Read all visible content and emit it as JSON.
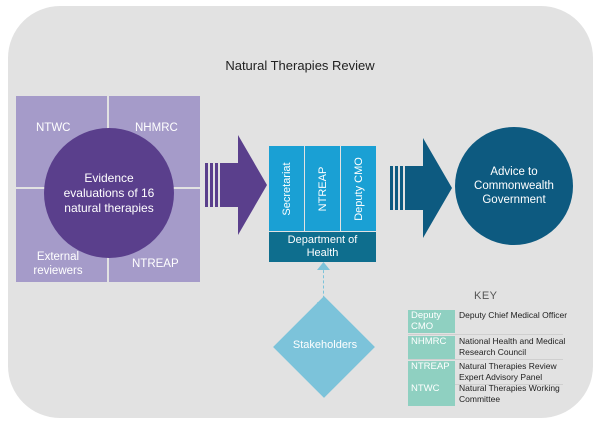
{
  "title": "Natural Therapies Review",
  "quadrants": {
    "top_left": "NTWC",
    "top_right": "NHMRC",
    "bottom_left": "External reviewers",
    "bottom_right": "NTREAP"
  },
  "evidence_circle": "Evidence evaluations of 16 natural therapies",
  "department": {
    "columns": [
      "Secretariat",
      "NTREAP",
      "Deputy CMO"
    ],
    "label": "Department of Health"
  },
  "advice_circle": "Advice to Commonwealth Government",
  "stakeholders": "Stakeholders",
  "key": {
    "title": "KEY",
    "items": [
      {
        "abbr": "Deputy CMO",
        "desc": "Deputy Chief Medical Officer"
      },
      {
        "abbr": "NHMRC",
        "desc": "National Health and Medical Research Council"
      },
      {
        "abbr": "NTREAP",
        "desc": "Natural Therapies Review Expert Advisory Panel"
      },
      {
        "abbr": "NTWC",
        "desc": "Natural Therapies Working Committee"
      }
    ]
  },
  "colors": {
    "quadrant": "#a59bc9",
    "evidence": "#5a3f8c",
    "department_columns": "#1aa0d4",
    "department_label": "#0e6e8e",
    "advice": "#0d5a80",
    "stakeholders": "#7cc3da",
    "key_abbr": "#8fd0c1"
  }
}
